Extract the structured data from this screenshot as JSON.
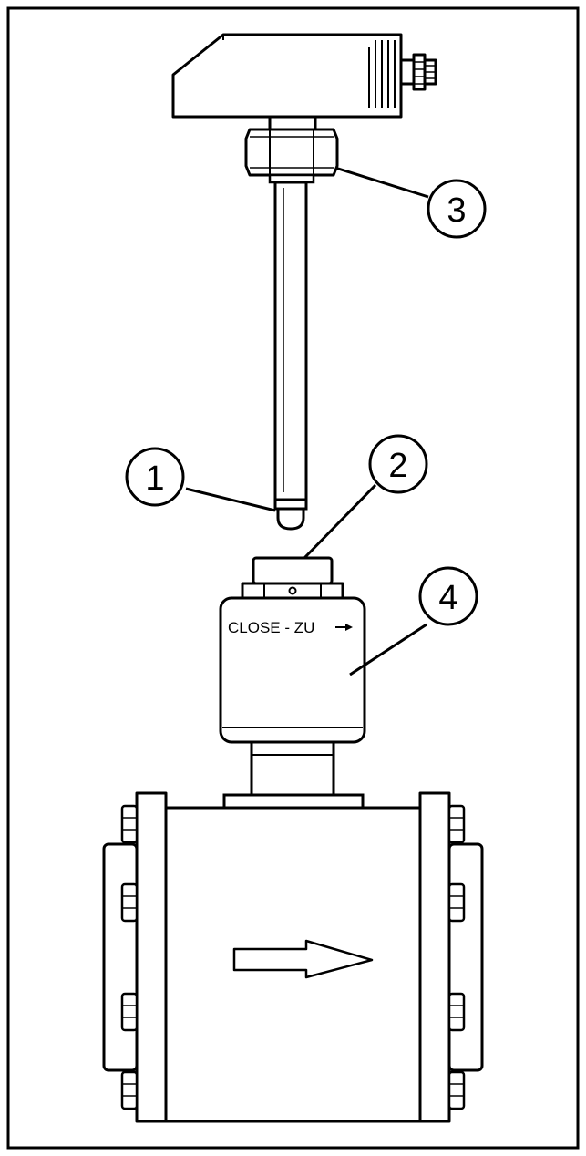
{
  "callouts": {
    "c1": "1",
    "c2": "2",
    "c3": "3",
    "c4": "4"
  },
  "valve": {
    "label": "CLOSE - ZU"
  },
  "colors": {
    "stroke": "#000000",
    "fill": "#ffffff",
    "shade": "#f2f2f2"
  },
  "icons": {
    "flow": "flow-arrow-icon",
    "close_direction": "close-direction-arrow-icon"
  }
}
